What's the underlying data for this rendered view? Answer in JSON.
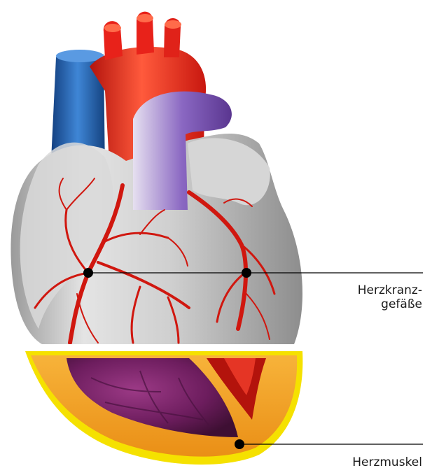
{
  "labels": {
    "coronary_vessels_line1": "Herzkranz-",
    "coronary_vessels_line2": "gefäße",
    "heart_muscle": "Herzmuskel"
  },
  "colors": {
    "aorta": "#e8221a",
    "vena_cava": "#1f5fae",
    "pulmonary_artery": "#7a4fb0",
    "heart_surface": "#c9c9c9",
    "coronary_vessels": "#d0170f",
    "myocardium": "#f2a623",
    "myocardium_edge": "#f5e100",
    "leader_line": "#000000"
  }
}
